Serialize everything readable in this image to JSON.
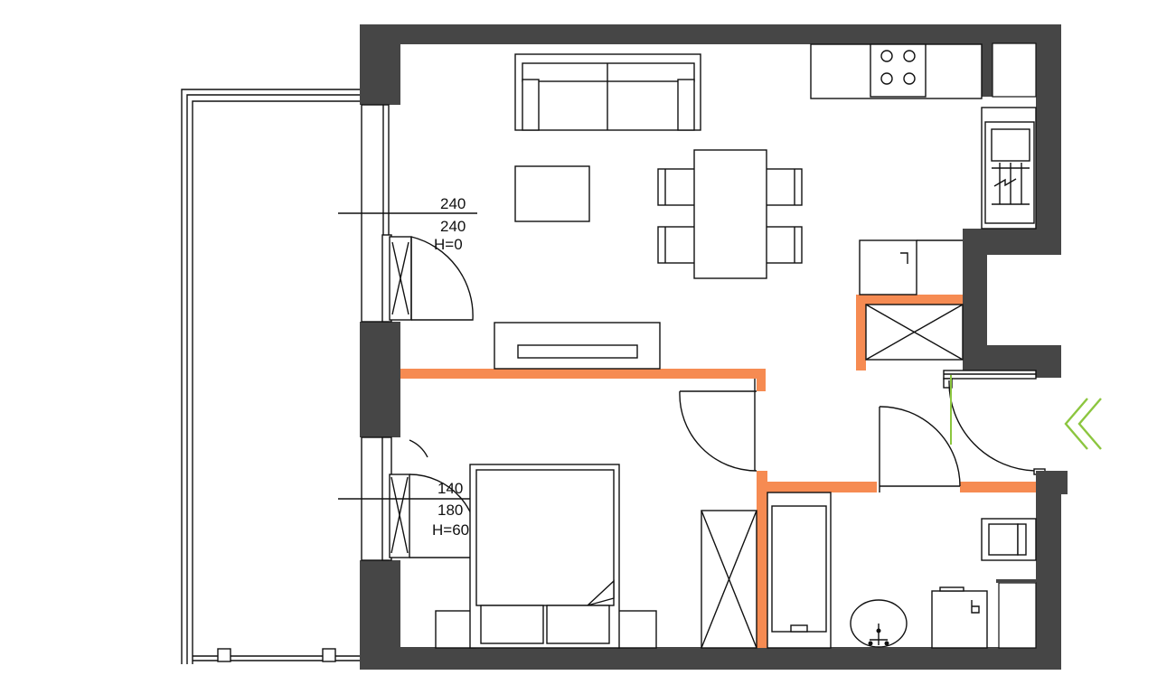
{
  "colors": {
    "wall": "#464646",
    "partition": "#f68b52",
    "entrance_arrow": "#8cc63f",
    "line": "#111111",
    "background": "#ffffff"
  },
  "windows": [
    {
      "id": "living-window",
      "width": "240",
      "height": "240",
      "sill": "H=0"
    },
    {
      "id": "bedroom-window",
      "width": "140",
      "height": "180",
      "sill": "H=60"
    }
  ],
  "icons": {
    "entrance": "double-chevron-left-icon",
    "stove": "cooktop-icon",
    "sink": "kitchen-sink-icon"
  }
}
